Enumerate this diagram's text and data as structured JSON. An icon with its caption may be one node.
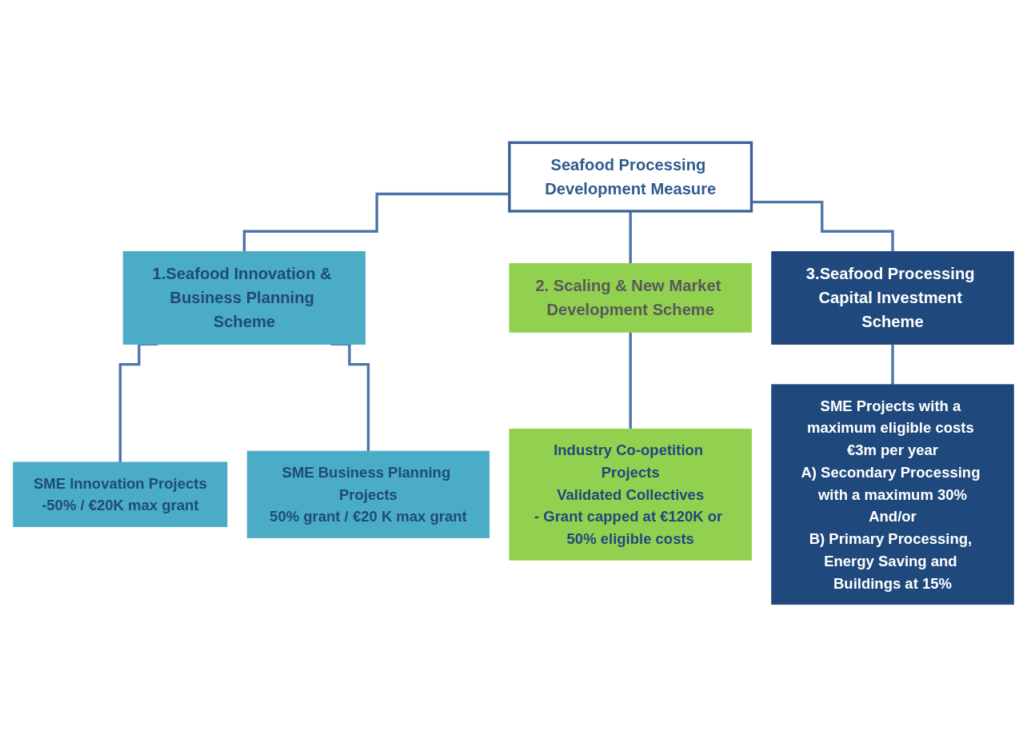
{
  "diagram": {
    "nodes": [
      {
        "text": [
          "Seafood Processing Development Measure"
        ]
      },
      {
        "text": [
          "1.Seafood Innovation & Business Planning Scheme"
        ]
      },
      {
        "text": [
          "2. Scaling & New Market Development Scheme"
        ]
      },
      {
        "text": [
          "3.Seafood Processing Capital Investment Scheme"
        ]
      },
      {
        "text": [
          "SME Innovation Projects",
          "-50% / €20K max grant"
        ]
      },
      {
        "text": [
          "SME Business Planning Projects",
          "50% grant / €20 K max grant"
        ]
      },
      {
        "text": [
          "Industry Co-opetition Projects",
          "Validated Collectives",
          "- Grant capped at €120K or 50% eligible costs"
        ]
      },
      {
        "text": [
          "SME Projects with a maximum eligible costs €3m per year",
          "A) Secondary Processing with a maximum 30%",
          "And/or",
          "B) Primary Processing, Energy Saving and Buildings at 15%"
        ]
      }
    ],
    "edges": [
      {
        "from": 0,
        "to": 1,
        "arrow": "none"
      },
      {
        "from": 0,
        "to": 2,
        "arrow": "none"
      },
      {
        "from": 0,
        "to": 3,
        "arrow": "none"
      },
      {
        "from": 1,
        "to": 4,
        "arrow": "none"
      },
      {
        "from": 1,
        "to": 5,
        "arrow": "none"
      },
      {
        "from": 2,
        "to": 6,
        "arrow": "none"
      },
      {
        "from": 3,
        "to": 7,
        "arrow": "none"
      }
    ]
  }
}
